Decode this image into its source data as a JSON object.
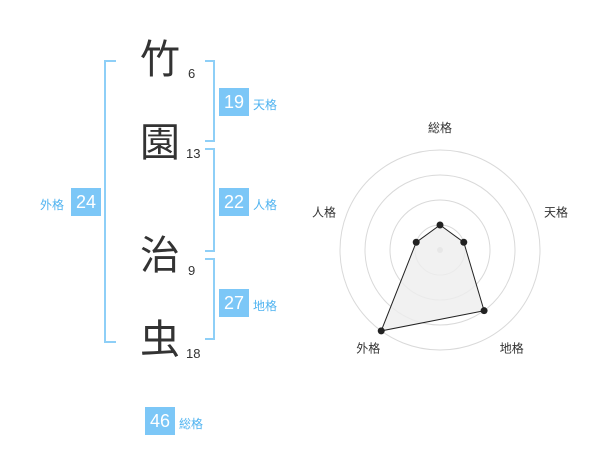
{
  "name_chars": [
    {
      "char": "竹",
      "strokes": "6"
    },
    {
      "char": "園",
      "strokes": "13"
    },
    {
      "char": "治",
      "strokes": "9"
    },
    {
      "char": "虫",
      "strokes": "18"
    }
  ],
  "fortunes": {
    "tenkaku": {
      "label": "天格",
      "value": "19"
    },
    "jinkaku": {
      "label": "人格",
      "value": "22"
    },
    "chikaku": {
      "label": "地格",
      "value": "27"
    },
    "gaikaku": {
      "label": "外格",
      "value": "24"
    },
    "soukaku": {
      "label": "総格",
      "value": "46"
    }
  },
  "colors": {
    "accent": "#7cc7f7",
    "bracket": "#8ecff7",
    "label": "#4fb3f0",
    "ring": "#d9d9d9",
    "fill": "#eeeeee"
  },
  "chart_data": {
    "type": "radar",
    "categories": [
      "総格",
      "天格",
      "地格",
      "外格",
      "人格"
    ],
    "series": [
      {
        "values": [
          1,
          1,
          3,
          4,
          1
        ]
      }
    ],
    "rings": 4,
    "ylim": [
      0,
      4
    ]
  }
}
